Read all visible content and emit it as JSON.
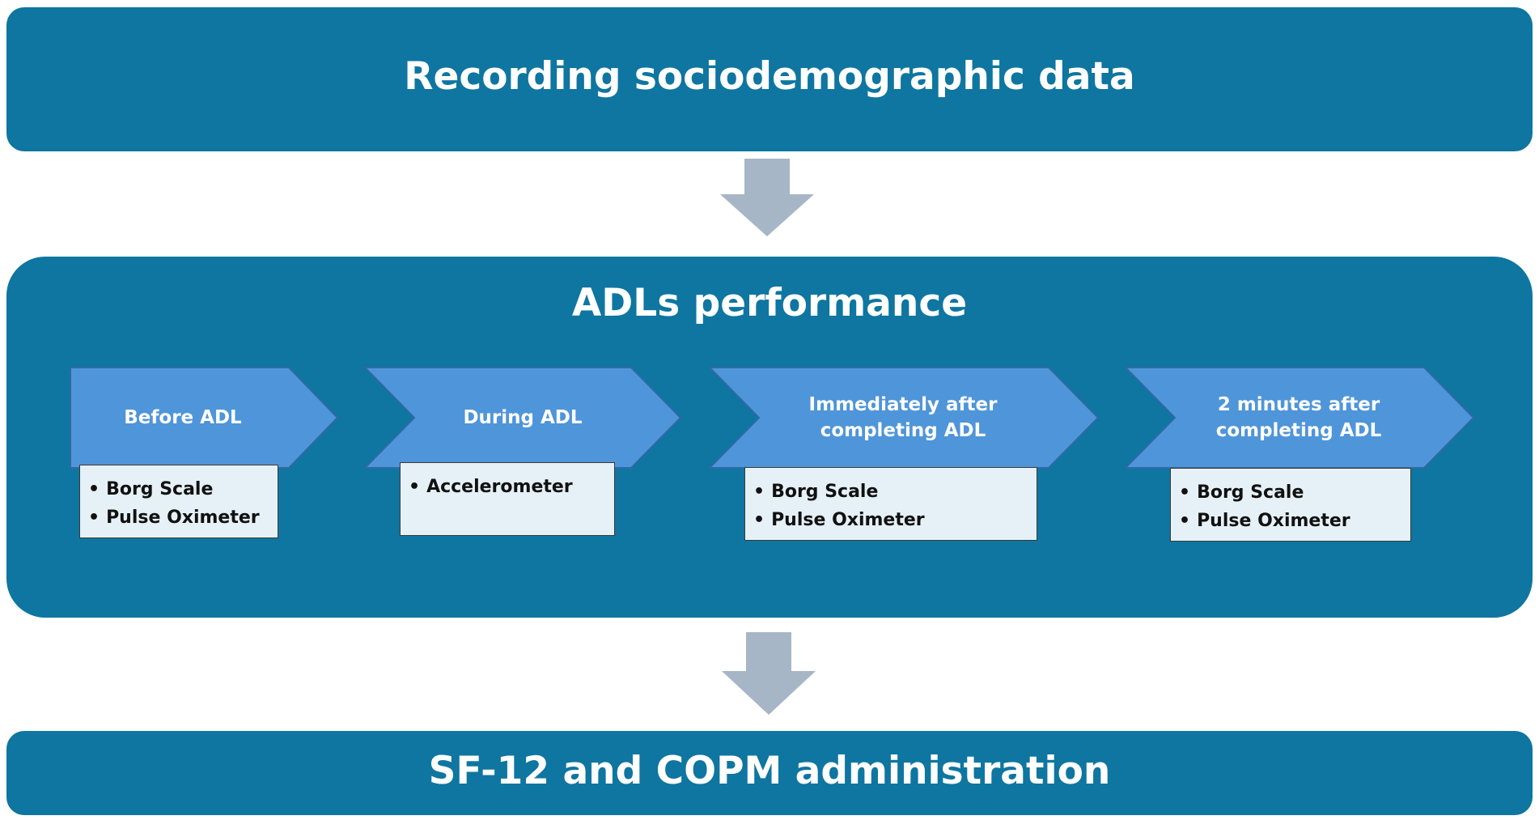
{
  "top_step": {
    "title": "Recording sociodemographic data"
  },
  "middle_step": {
    "title": "ADLs performance",
    "stages": [
      {
        "label": "Before ADL",
        "measures": [
          "Borg Scale",
          "Pulse Oximeter"
        ]
      },
      {
        "label": "During ADL",
        "measures": [
          "Accelerometer"
        ]
      },
      {
        "label": "Immediately after completing ADL",
        "measures": [
          "Borg Scale",
          "Pulse Oximeter"
        ]
      },
      {
        "label": "2 minutes after completing ADL",
        "measures": [
          "Borg Scale",
          "Pulse Oximeter"
        ]
      }
    ]
  },
  "bottom_step": {
    "title": "SF-12 and COPM administration"
  },
  "colors": {
    "panel": "#0e76a0",
    "chevron": "#4f95d9",
    "chevron_border": "#2f6aa3",
    "arrow": "#a6b6c6",
    "measure_box": "#e6f1f7"
  }
}
